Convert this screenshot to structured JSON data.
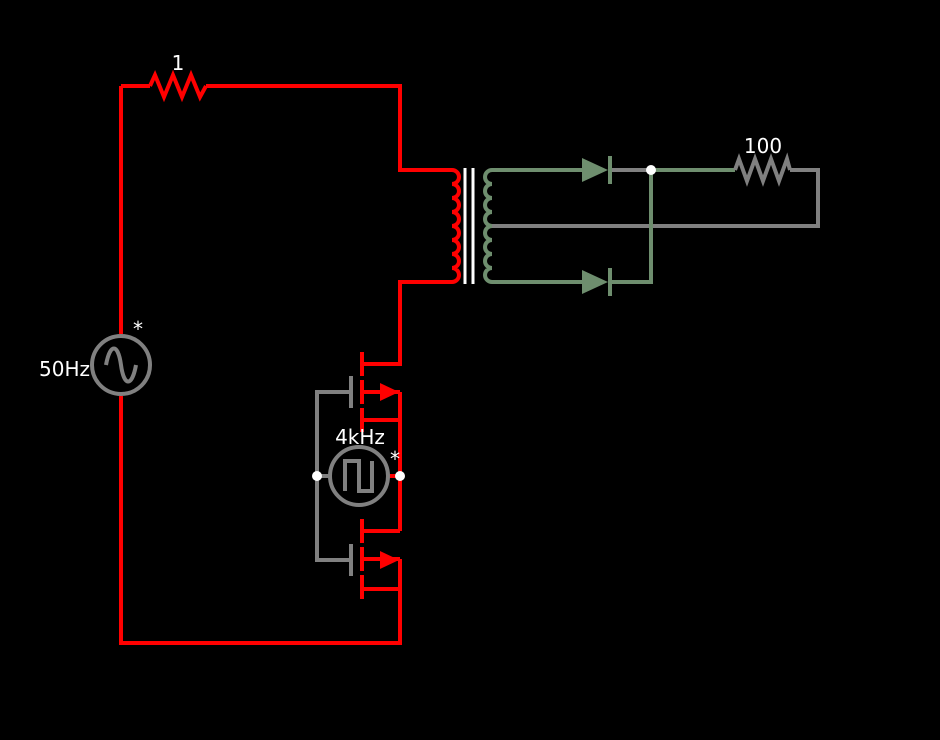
{
  "colors": {
    "background": "#000000",
    "active": "#ff0000",
    "inactive": "#808080",
    "secondary": "#6e8e6e",
    "node": "#ffffff",
    "text": "#ffffff"
  },
  "labels": {
    "series_resistor": "1",
    "load_resistor": "100",
    "ac_source": "50Hz",
    "ac_marker": "*",
    "clock_source": "4kHz",
    "clock_marker": "*"
  }
}
